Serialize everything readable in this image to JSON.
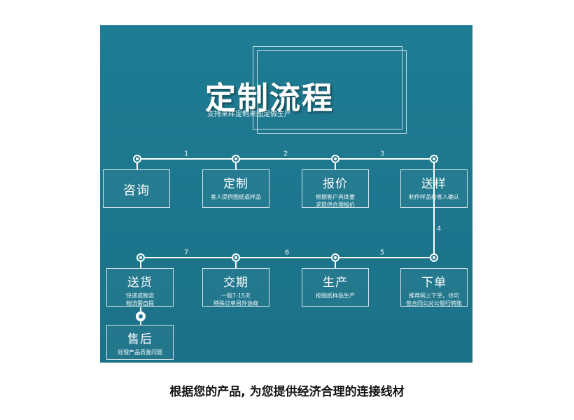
{
  "header": {
    "title": "定制流程",
    "subtitle": "支持来样定制来图定做生产"
  },
  "steps": [
    {
      "title": "咨询",
      "desc": ""
    },
    {
      "title": "定制",
      "desc": "客人提供图纸或样品"
    },
    {
      "title": "报价",
      "desc": "根据客户具体要\n求提供合理报价"
    },
    {
      "title": "送样",
      "desc": "制作样品给客人确认"
    },
    {
      "title": "下单",
      "desc": "推荐网上下单，也可\n签合同公对公银行转账"
    },
    {
      "title": "生产",
      "desc": "按图纸样品生产"
    },
    {
      "title": "交期",
      "desc": "一般7-15天\n特殊订单另外协商"
    },
    {
      "title": "送货",
      "desc": "快递或物流\n物流需自提"
    },
    {
      "title": "售后",
      "desc": "处理产品质量问题"
    }
  ],
  "numbers": [
    "1",
    "2",
    "3",
    "4",
    "5",
    "6",
    "7"
  ],
  "caption": "根据您的产品, 为您提供经济合理的连接线材",
  "colors": {
    "panel": "#1f7c92",
    "line": "#ffffff",
    "text": "#ffffff"
  }
}
